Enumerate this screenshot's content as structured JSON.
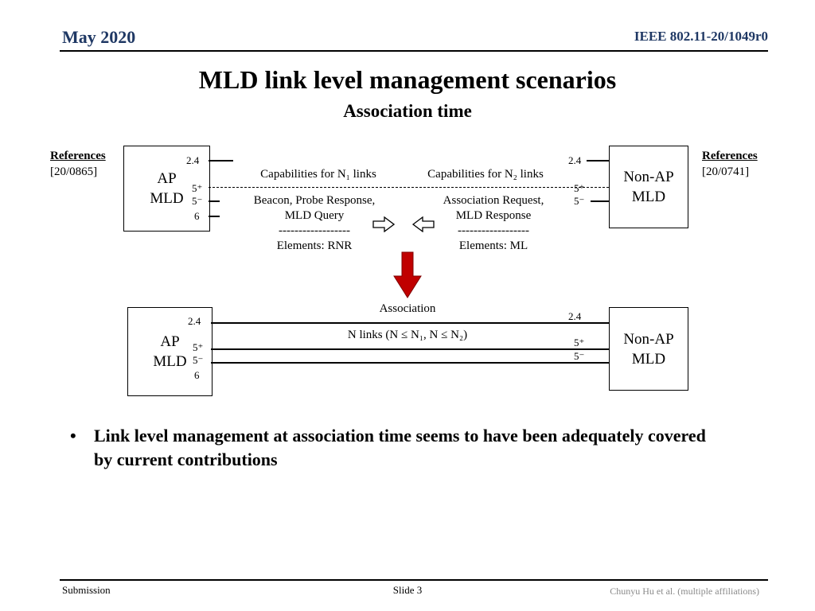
{
  "header": {
    "date": "May 2020",
    "doc_id": "IEEE 802.11-20/1049r0"
  },
  "title": "MLD link level management scenarios",
  "subtitle": "Association time",
  "references": {
    "left": {
      "label": "References",
      "value": "[20/0865]"
    },
    "right": {
      "label": "References",
      "value": "[20/0741]"
    }
  },
  "boxes": {
    "ap": {
      "line1": "AP",
      "line2": "MLD"
    },
    "nonap": {
      "line1": "Non-AP",
      "line2": "MLD"
    }
  },
  "link_labels": {
    "band_24": "2.4",
    "band_5_plus": "5⁺",
    "band_5_minus": "5⁻",
    "band_6": "6"
  },
  "top_diagram": {
    "cap_left": "Capabilities for N₁ links",
    "cap_right": "Capabilities for N₂ links",
    "left_msgs": {
      "line1": "Beacon, Probe Response,",
      "line2": "MLD Query",
      "separator": "------------------",
      "elements": "Elements: RNR"
    },
    "right_msgs": {
      "line1": "Association Request,",
      "line2": "MLD Response",
      "separator": "------------------",
      "elements": "Elements: ML"
    }
  },
  "association_label": "Association",
  "bottom_diagram": {
    "links_label": "N links (N ≤ N₁, N ≤ N₂)"
  },
  "bullet": {
    "marker": "•",
    "text": "Link level management at association time seems to have been adequately covered by current contributions"
  },
  "footer": {
    "left": "Submission",
    "center": "Slide 3",
    "right": "Chunyu Hu et al. (multiple affiliations)"
  },
  "colors": {
    "header_blue": "#1F3864",
    "arrow_red": "#C00000"
  }
}
